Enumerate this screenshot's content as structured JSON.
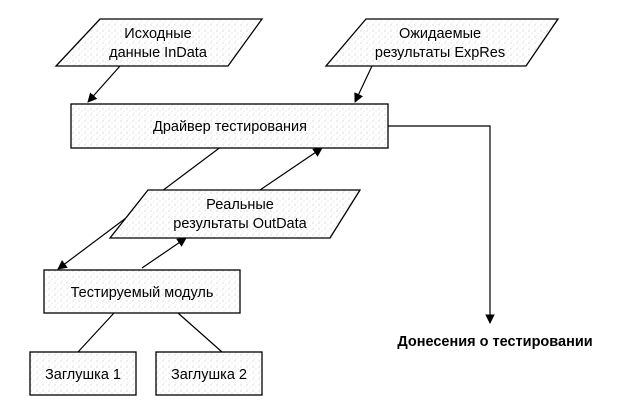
{
  "nodes": {
    "input_data": {
      "line1": "Исходные",
      "line2": "данные InData"
    },
    "expected_results": {
      "line1": "Ожидаемые",
      "line2": "результаты ExpRes"
    },
    "test_driver": {
      "label": "Драйвер тестирования"
    },
    "real_results": {
      "line1": "Реальные",
      "line2": "результаты OutData"
    },
    "module_under_test": {
      "label": "Тестируемый модуль"
    },
    "stub_1": {
      "label": "Заглушка 1"
    },
    "stub_2": {
      "label": "Заглушка 2"
    },
    "test_report": {
      "label": "Донесения о тестировании"
    }
  }
}
